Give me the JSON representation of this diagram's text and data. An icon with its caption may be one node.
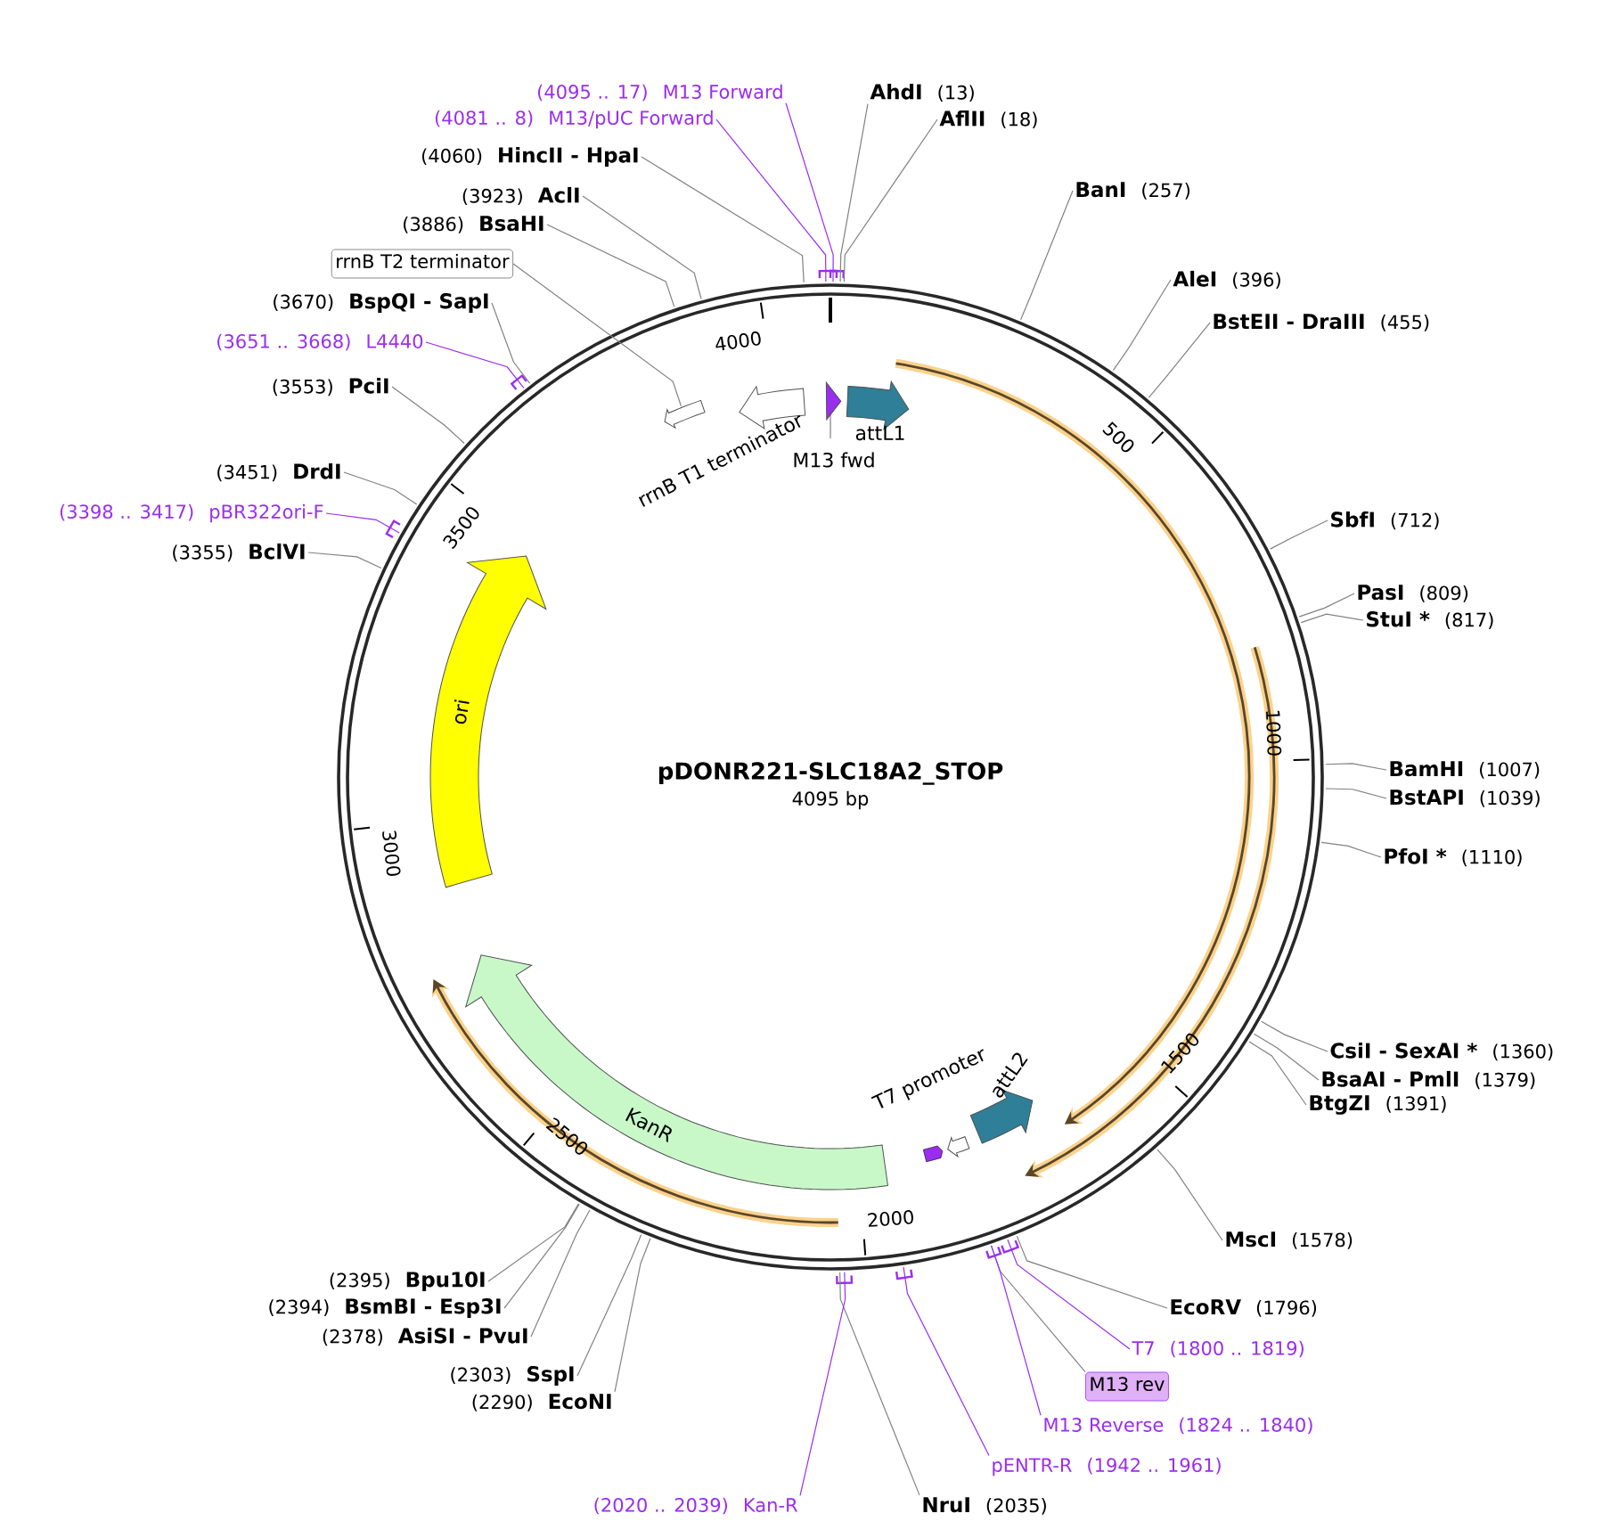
{
  "diagram": {
    "title": "pDONR221-SLC18A2_STOP",
    "labels": [
      "4095 bp",
      "500",
      "1000",
      "1500",
      "2000",
      "2500",
      "3000",
      "3500",
      "4000"
    ],
    "nodes": [
      {
        "text": [
          "AhdI",
          "(13)"
        ]
      },
      {
        "text": [
          "AflII",
          "(18)"
        ]
      },
      {
        "text": [
          "BanI",
          "(257)"
        ]
      },
      {
        "text": [
          "AleI",
          "(396)"
        ]
      },
      {
        "text": [
          "BstEII - DraIII",
          "(455)"
        ]
      },
      {
        "text": [
          "SbfI",
          "(712)"
        ]
      },
      {
        "text": [
          "PasI",
          "(809)"
        ]
      },
      {
        "text": [
          "StuI *",
          "(817)"
        ]
      },
      {
        "text": [
          "BamHI",
          "(1007)"
        ]
      },
      {
        "text": [
          "BstAPI",
          "(1039)"
        ]
      },
      {
        "text": [
          "PfoI *",
          "(1110)"
        ]
      },
      {
        "text": [
          "CsiI - SexAI *",
          "(1360)"
        ]
      },
      {
        "text": [
          "BsaAI - PmlI",
          "(1379)"
        ]
      },
      {
        "text": [
          "BtgZI",
          "(1391)"
        ]
      },
      {
        "text": [
          "MscI",
          "(1578)"
        ]
      },
      {
        "text": [
          "EcoRV",
          "(1796)"
        ]
      },
      {
        "text": [
          "T7",
          "(1800 .. 1819)"
        ]
      },
      {
        "text": [
          "M13 rev"
        ]
      },
      {
        "text": [
          "M13 Reverse",
          "(1824 .. 1840)"
        ]
      },
      {
        "text": [
          "pENTR-R",
          "(1942 .. 1961)"
        ]
      },
      {
        "text": [
          "NruI",
          "(2035)"
        ]
      },
      {
        "text": [
          "(2020 .. 2039)",
          "Kan-R"
        ]
      },
      {
        "text": [
          "(2290)",
          "EcoNI"
        ]
      },
      {
        "text": [
          "(2303)",
          "SspI"
        ]
      },
      {
        "text": [
          "(2378)",
          "AsiSI - PvuI"
        ]
      },
      {
        "text": [
          "(2394)",
          "BsmBI - Esp3I"
        ]
      },
      {
        "text": [
          "(2395)",
          "Bpu10I"
        ]
      },
      {
        "text": [
          "(3355)",
          "BclVI"
        ]
      },
      {
        "text": [
          "(3398 .. 3417)",
          "pBR322ori-F"
        ]
      },
      {
        "text": [
          "(3451)",
          "DrdI"
        ]
      },
      {
        "text": [
          "(3553)",
          "PciI"
        ]
      },
      {
        "text": [
          "(3651 .. 3668)",
          "L4440"
        ]
      },
      {
        "text": [
          "(3670)",
          "BspQI - SapI"
        ]
      },
      {
        "text": [
          "rrnB T2 terminator"
        ]
      },
      {
        "text": [
          "(3886)",
          "BsaHI"
        ]
      },
      {
        "text": [
          "(3923)",
          "AclI"
        ]
      },
      {
        "text": [
          "(4060)",
          "HincII - HpaI"
        ]
      },
      {
        "text": [
          "(4081 .. 8)",
          "M13/pUC Forward"
        ]
      },
      {
        "text": [
          "(4095 .. 17)",
          "M13 Forward"
        ]
      },
      {
        "text": [],
        "shape": "arrow"
      },
      {
        "text": [
          "rrnB T1 terminator"
        ]
      },
      {
        "text": [
          "M13 fwd"
        ]
      },
      {
        "text": [
          "attL1"
        ]
      },
      {
        "text": [
          "T7 promoter"
        ]
      },
      {
        "text": [
          "attL2"
        ]
      },
      {
        "text": [
          "ori"
        ]
      },
      {
        "text": [
          "KanR"
        ]
      }
    ],
    "edges": [
      {
        "from": 0,
        "to": null,
        "arrow": "none"
      },
      {
        "from": 1,
        "to": null,
        "arrow": "none"
      },
      {
        "from": 2,
        "to": null,
        "arrow": "none"
      },
      {
        "from": 3,
        "to": null,
        "arrow": "none"
      },
      {
        "from": 4,
        "to": null,
        "arrow": "none"
      },
      {
        "from": 5,
        "to": null,
        "arrow": "none"
      },
      {
        "from": 6,
        "to": null,
        "arrow": "none"
      },
      {
        "from": 7,
        "to": null,
        "arrow": "none"
      },
      {
        "from": 8,
        "to": null,
        "arrow": "none"
      },
      {
        "from": 9,
        "to": null,
        "arrow": "none"
      },
      {
        "from": 10,
        "to": null,
        "arrow": "none"
      },
      {
        "from": 11,
        "to": null,
        "arrow": "none"
      },
      {
        "from": 12,
        "to": null,
        "arrow": "none"
      },
      {
        "from": 13,
        "to": null,
        "arrow": "none"
      },
      {
        "from": 14,
        "to": null,
        "arrow": "none"
      },
      {
        "from": 15,
        "to": null,
        "arrow": "none"
      },
      {
        "from": 16,
        "to": null,
        "arrow": "none",
        "color": "#9a2ef0"
      },
      {
        "from": 17,
        "to": null,
        "arrow": "none"
      },
      {
        "from": 18,
        "to": null,
        "arrow": "none",
        "color": "#9a2ef0"
      },
      {
        "from": 19,
        "to": null,
        "arrow": "none",
        "color": "#9a2ef0"
      },
      {
        "from": 20,
        "to": null,
        "arrow": "none"
      },
      {
        "from": 21,
        "to": null,
        "arrow": "none",
        "color": "#9a2ef0"
      },
      {
        "from": 22,
        "to": null,
        "arrow": "none"
      },
      {
        "from": 23,
        "to": null,
        "arrow": "none"
      },
      {
        "from": 24,
        "to": null,
        "arrow": "none"
      },
      {
        "from": 25,
        "to": null,
        "arrow": "none"
      },
      {
        "from": 26,
        "to": null,
        "arrow": "none"
      },
      {
        "from": 27,
        "to": null,
        "arrow": "none"
      },
      {
        "from": 28,
        "to": null,
        "arrow": "none",
        "color": "#9a2ef0"
      },
      {
        "from": 29,
        "to": null,
        "arrow": "none"
      },
      {
        "from": 30,
        "to": null,
        "arrow": "none"
      },
      {
        "from": 31,
        "to": null,
        "arrow": "none",
        "color": "#9a2ef0"
      },
      {
        "from": 32,
        "to": null,
        "arrow": "none"
      },
      {
        "from": 33,
        "to": 39,
        "arrow": "none"
      },
      {
        "from": 34,
        "to": null,
        "arrow": "none"
      },
      {
        "from": 35,
        "to": null,
        "arrow": "none"
      },
      {
        "from": 36,
        "to": null,
        "arrow": "none"
      },
      {
        "from": 37,
        "to": null,
        "arrow": "none",
        "color": "#9a2ef0"
      },
      {
        "from": 38,
        "to": null,
        "arrow": "none",
        "color": "#9a2ef0"
      }
    ]
  }
}
